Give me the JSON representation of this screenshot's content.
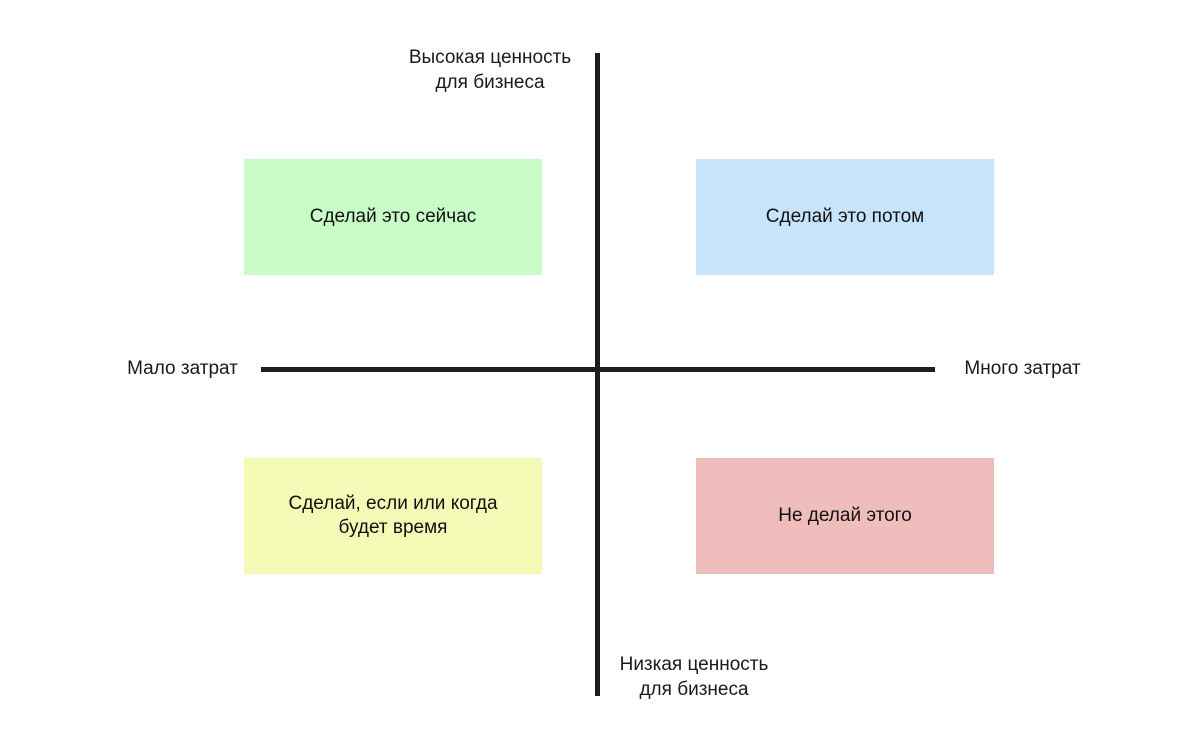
{
  "axes": {
    "top_label": "Высокая ценность\nдля бизнеса",
    "bottom_label": "Низкая ценность\nдля бизнеса",
    "left_label": "Мало затрат",
    "right_label": "Много затрат",
    "line_color": "#1e1e1e"
  },
  "quadrants": [
    {
      "text": "Сделай это сейчас",
      "color": "#c8fdc8"
    },
    {
      "text": "Сделай это потом",
      "color": "#c8e4fd"
    },
    {
      "text": "Сделай, если или когда\nбудет время",
      "color": "#f4fbb6"
    },
    {
      "text": "Не делай этого",
      "color": "#f0bdbd"
    }
  ]
}
